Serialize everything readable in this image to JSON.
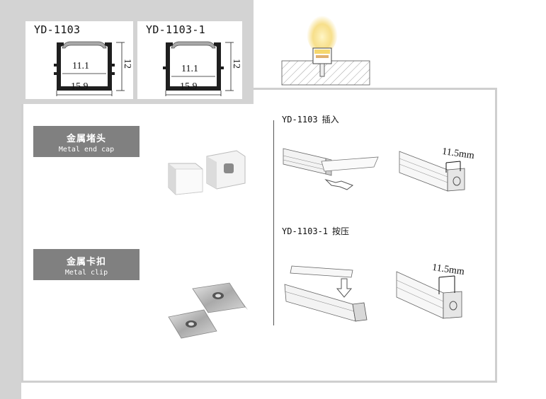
{
  "profiles": [
    {
      "name": "YD-1103",
      "inner_width": "11.1",
      "outer_width": "15.9",
      "height": "12"
    },
    {
      "name": "YD-1103-1",
      "inner_width": "11.1",
      "outer_width": "15.9",
      "height": "12"
    }
  ],
  "accessories": [
    {
      "cn": "金属堵头",
      "en": "Metal end cap"
    },
    {
      "cn": "金属卡扣",
      "en": "Metal clip"
    }
  ],
  "installation": [
    {
      "model": "YD-1103",
      "action": "插入",
      "dimension": "11.5mm"
    },
    {
      "model": "YD-1103-1",
      "action": "按压",
      "dimension": "11.5mm"
    }
  ],
  "colors": {
    "panel_gray": "#d3d3d3",
    "label_gray": "#808080",
    "profile_dark": "#1f1f1f",
    "led_glow": "#f5d76e"
  }
}
